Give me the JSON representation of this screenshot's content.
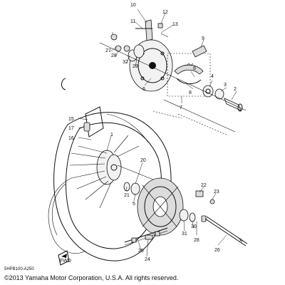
{
  "diagram": {
    "code": "5HPB100-A250",
    "copyright": "©2013 Yamaha Motor Corporation, U.S.A. All rights reserved.",
    "fwd_label": "FWD",
    "callouts": [
      "1",
      "2",
      "3",
      "4",
      "5",
      "6",
      "7",
      "8",
      "8",
      "9",
      "10",
      "11",
      "12",
      "13",
      "15",
      "16",
      "17",
      "20",
      "21",
      "22",
      "23",
      "24",
      "25",
      "26",
      "27",
      "28",
      "28",
      "29",
      "30",
      "31",
      "32"
    ]
  }
}
